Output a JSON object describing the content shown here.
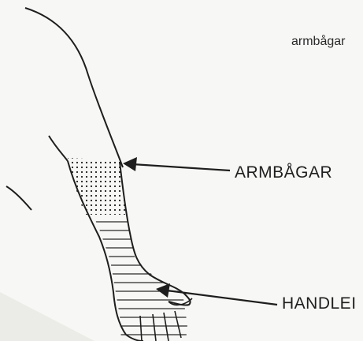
{
  "caption": "armbågar",
  "labels": {
    "elbow": "ARMBÅGAR",
    "wrist": "HANDLEI"
  },
  "colors": {
    "line": "#1e1e1e",
    "background": "#f7f7f5"
  }
}
